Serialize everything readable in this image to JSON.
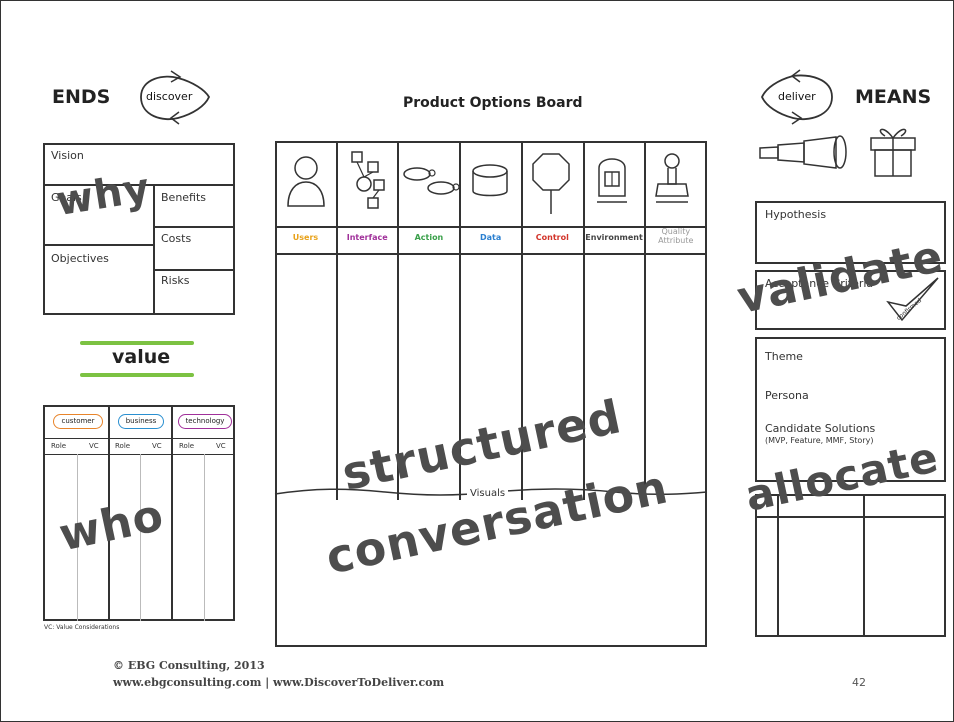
{
  "ends": {
    "title": "ENDS",
    "loop_label": "discover"
  },
  "means": {
    "title": "MEANS",
    "loop_label": "deliver"
  },
  "board": {
    "title": "Product Options Board",
    "columns": [
      {
        "label": "Users",
        "color": "#e8a21a",
        "icon": "user-icon"
      },
      {
        "label": "Interface",
        "color": "#a0309a",
        "icon": "interface-icon"
      },
      {
        "label": "Action",
        "color": "#3aa04a",
        "icon": "footsteps-icon"
      },
      {
        "label": "Data",
        "color": "#2a7fd0",
        "icon": "database-icon"
      },
      {
        "label": "Control",
        "color": "#d2342a",
        "icon": "stop-sign-icon"
      },
      {
        "label": "Environment",
        "color": "#444444",
        "icon": "gift-box-icon"
      },
      {
        "label": "Quality\nAttribute",
        "color": "#999999",
        "icon": "stamp-icon"
      }
    ],
    "visuals_label": "Visuals"
  },
  "why_box": {
    "vision": "Vision",
    "goals": "Goals",
    "benefits": "Benefits",
    "costs": "Costs",
    "objectives": "Objectives",
    "risks": "Risks"
  },
  "value_label": "value",
  "who_box": {
    "headers": [
      "customer",
      "business",
      "technology"
    ],
    "header_colors": [
      "#e8842a",
      "#2a8fd0",
      "#a0309a"
    ],
    "subheaders": [
      "Role",
      "VC",
      "Role",
      "VC",
      "Role",
      "VC"
    ],
    "footnote": "VC: Value Considerations"
  },
  "right_panel": {
    "hypothesis": "Hypothesis",
    "acceptance": "Acceptance Criteria",
    "confirmed_label": "confirmed",
    "theme": "Theme",
    "persona": "Persona",
    "candidate": "Candidate Solutions",
    "candidate_sub": "(MVP, Feature, MMF, Story)"
  },
  "overlays": {
    "why": "why",
    "who": "who",
    "structured": "structured",
    "conversation": "conversation",
    "validate": "validate",
    "allocate": "allocate"
  },
  "footer": {
    "copyright": "© EBG Consulting, 2013",
    "links": "www.ebgconsulting.com | www.DiscoverToDeliver.com",
    "page_number": "42"
  },
  "colors": {
    "value_green": "#7cc242",
    "overlay_gray": "#4d4d4d"
  }
}
